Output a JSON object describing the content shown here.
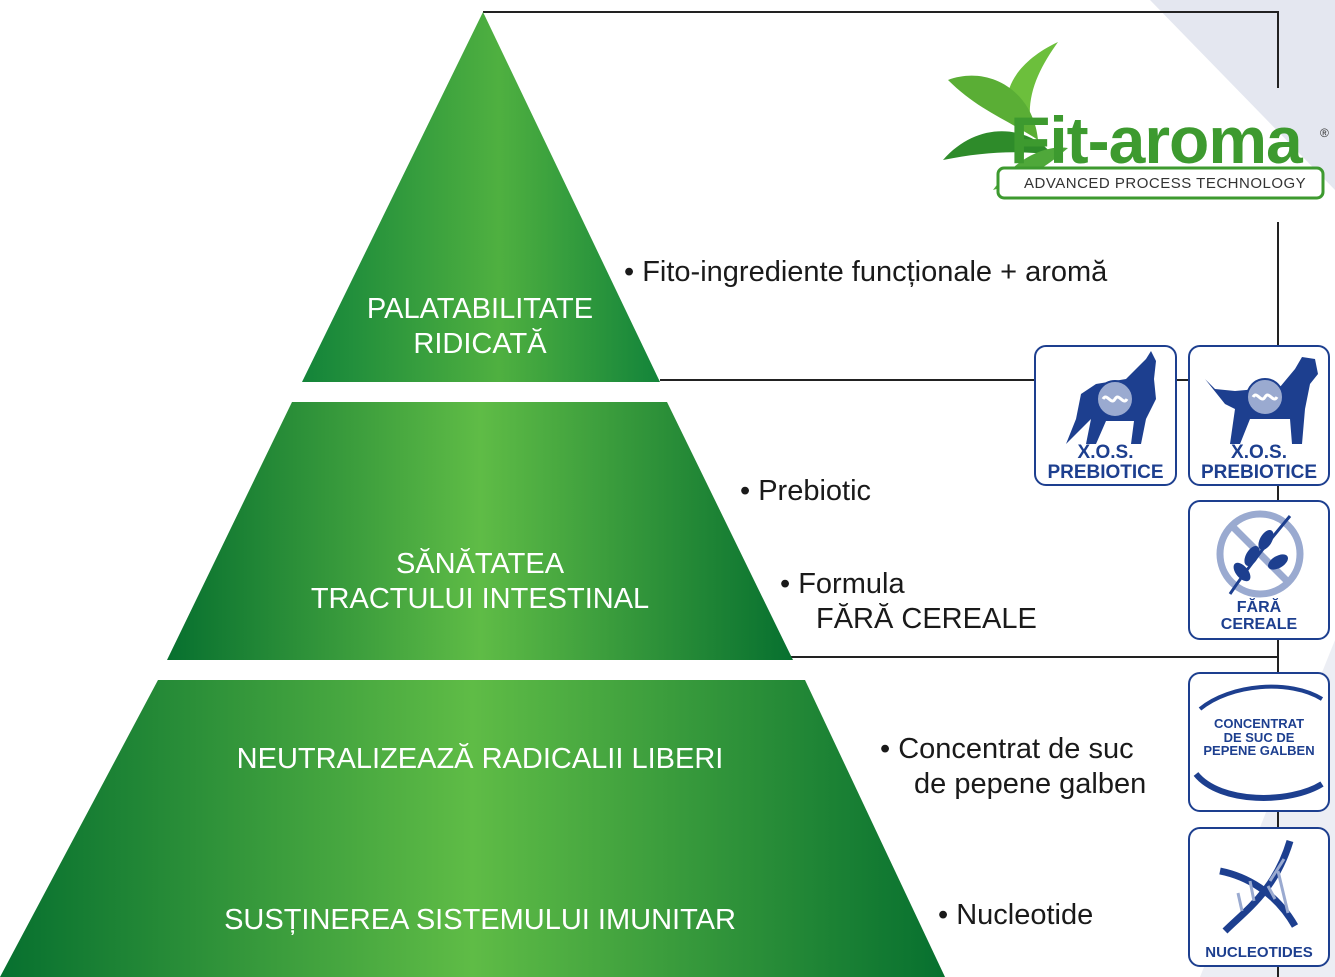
{
  "colors": {
    "pyramid_dark": "#07702f",
    "pyramid_light": "#5fbc46",
    "badge_blue": "#1d3f8f",
    "line": "#222222",
    "logo_green": "#3d9a2f"
  },
  "logo": {
    "brand": "Fit-aroma",
    "registered": "®",
    "tagline": "ADVANCED PROCESS TECHNOLOGY"
  },
  "tiers": [
    {
      "label_lines": [
        "PALATABILITATE",
        "RIDICATĂ"
      ]
    },
    {
      "label_lines": [
        "SĂNĂTATEA",
        "TRACTULUI INTESTINAL"
      ]
    },
    {
      "label_lines": [
        "NEUTRALIZEAZĂ RADICALII LIBERI",
        "SUSȚINEREA SISTEMULUI IMUNITAR"
      ]
    }
  ],
  "features": [
    {
      "lines": [
        "• Fito-ingrediente funcționale + aromă"
      ]
    },
    {
      "lines": [
        "• Prebiotic"
      ]
    },
    {
      "lines": [
        "•  Formula",
        "FĂRĂ CEREALE"
      ]
    },
    {
      "lines": [
        "•  Concentrat de suc",
        "de pepene galben"
      ]
    },
    {
      "lines": [
        "• Nucleotide"
      ]
    }
  ],
  "badges": [
    {
      "icon": "cat-prebiotic-icon",
      "lines": [
        "X.O.S.",
        "PREBIOTICE"
      ]
    },
    {
      "icon": "dog-prebiotic-icon",
      "lines": [
        "X.O.S.",
        "PREBIOTICE"
      ]
    },
    {
      "icon": "grain-free-icon",
      "lines": [
        "FĂRĂ",
        "CEREALE"
      ]
    },
    {
      "icon": "melon-juice-icon",
      "lines": [
        "CONCENTRAT",
        "DE SUC DE",
        "PEPENE GALBEN"
      ]
    },
    {
      "icon": "dna-icon",
      "lines": [
        "NUCLEOTIDES"
      ]
    }
  ]
}
